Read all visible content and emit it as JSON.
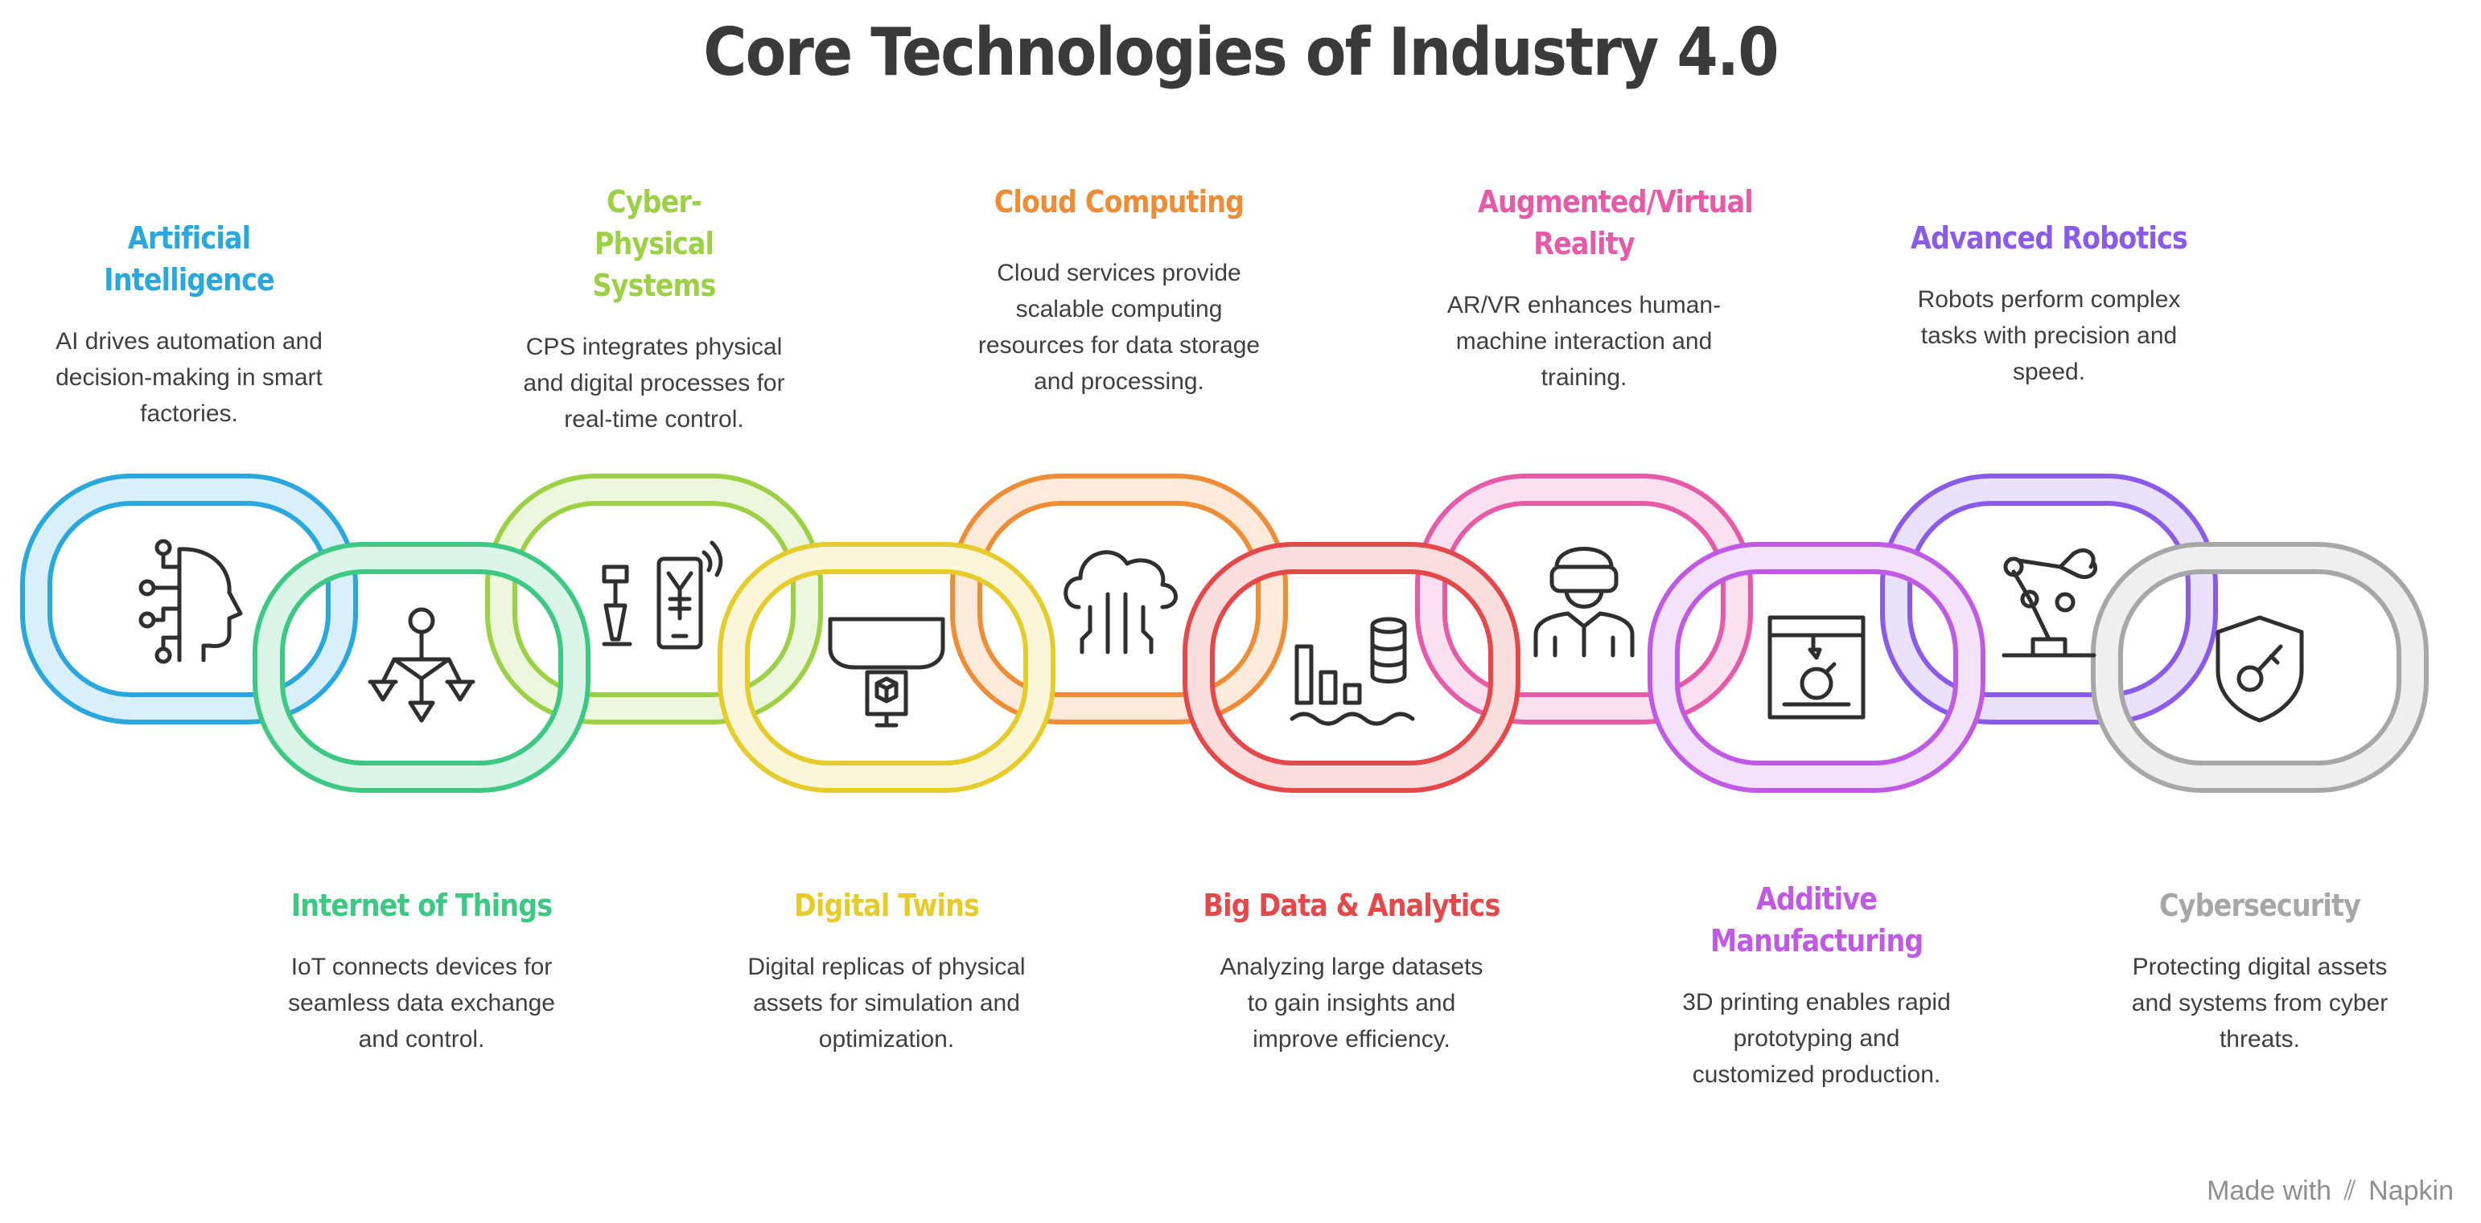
{
  "title": "Core Technologies of Industry 4.0",
  "items": [
    {
      "title": "Artificial Intelligence",
      "desc": "AI drives automation and decision-making in smart factories.",
      "color": "#2AA7DC",
      "icon": "ai-head-icon"
    },
    {
      "title": "Internet of Things",
      "desc": "IoT connects devices for seamless data exchange and control.",
      "color": "#3DC983",
      "icon": "iot-network-icon"
    },
    {
      "title": "Cyber-Physical Systems",
      "desc": "CPS integrates physical and digital processes for real-time control.",
      "color": "#9CD145",
      "icon": "cps-device-icon"
    },
    {
      "title": "Digital Twins",
      "desc": "Digital replicas of physical assets for simulation and optimization.",
      "color": "#E6CC2A",
      "icon": "vr-cube-icon"
    },
    {
      "title": "Cloud Computing",
      "desc": "Cloud services provide scalable computing resources for data storage and processing.",
      "color": "#EE8D35",
      "icon": "cloud-icon"
    },
    {
      "title": "Big Data & Analytics",
      "desc": "Analyzing large datasets to gain insights and improve efficiency.",
      "color": "#E5484A",
      "icon": "data-chart-icon"
    },
    {
      "title": "Augmented/Virtual Reality",
      "desc": "AR/VR enhances human-machine interaction and training.",
      "color": "#E65AA8",
      "icon": "vr-person-icon"
    },
    {
      "title": "Additive Manufacturing",
      "desc": "3D printing enables rapid prototyping and customized production.",
      "color": "#C05AE5",
      "icon": "printer-3d-icon"
    },
    {
      "title": "Advanced Robotics",
      "desc": "Robots perform complex tasks with precision and speed.",
      "color": "#8A5BEA",
      "icon": "robot-arm-icon"
    },
    {
      "title": "Cybersecurity",
      "desc": "Protecting digital assets and systems from cyber threats.",
      "color": "#A7A7A7",
      "icon": "shield-key-icon"
    }
  ],
  "credit": {
    "prefix": "Made with",
    "brand": "Napkin"
  }
}
